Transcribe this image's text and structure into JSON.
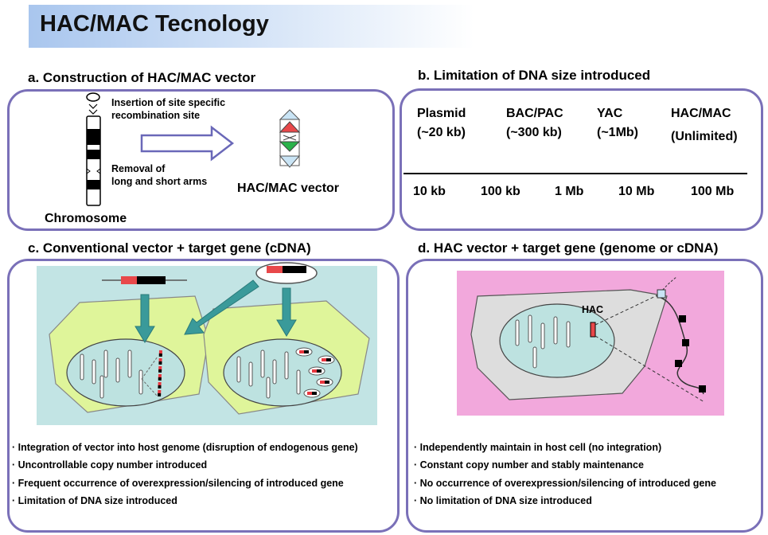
{
  "title": "HAC/MAC Tecnology",
  "panel_a": {
    "title": "a. Construction of HAC/MAC vector",
    "insertion_line1": "Insertion of site specific",
    "insertion_line2": "recombination site",
    "removal_line1": "Removal of",
    "removal_line2": "long and short arms",
    "chromosome_label": "Chromosome",
    "vector_label": "HAC/MAC vector"
  },
  "panel_b": {
    "title": "b. Limitation of DNA size introduced",
    "vectors": [
      {
        "name": "Plasmid",
        "size": "(~20 kb)"
      },
      {
        "name": "BAC/PAC",
        "size": "(~300 kb)"
      },
      {
        "name": "YAC",
        "size": "(~1Mb)"
      },
      {
        "name": "HAC/MAC",
        "size": "(Unlimited)"
      }
    ],
    "scale": [
      "10 kb",
      "100 kb",
      "1 Mb",
      "10 Mb",
      "100 Mb"
    ]
  },
  "panel_c": {
    "title": "c. Conventional vector + target gene (cDNA)",
    "bullets": [
      "· Integration of vector into host genome (disruption of endogenous gene)",
      "· Uncontrollable copy number introduced",
      "· Frequent occurrence of overexpression/silencing of introduced gene",
      "· Limitation of DNA size introduced"
    ]
  },
  "panel_d": {
    "title": "d. HAC vector + target gene (genome or cDNA)",
    "hac_label": "HAC",
    "bullets": [
      "· Independently maintain in host cell (no integration)",
      "· Constant copy number and stably maintenance",
      "· No occurrence of overexpression/silencing of introduced gene",
      "·  No limitation of DNA size introduced"
    ]
  },
  "colors": {
    "panel_border": "#7a70b8",
    "title_gradient": "#a9c6ee",
    "cell_green": "#dff59a",
    "bg_cyan": "#c2e4e4",
    "bg_pink": "#f2a8dc",
    "arrow_teal": "#3a9a9a",
    "vector_red": "#e8484a",
    "vector_green": "#2ab24a"
  }
}
